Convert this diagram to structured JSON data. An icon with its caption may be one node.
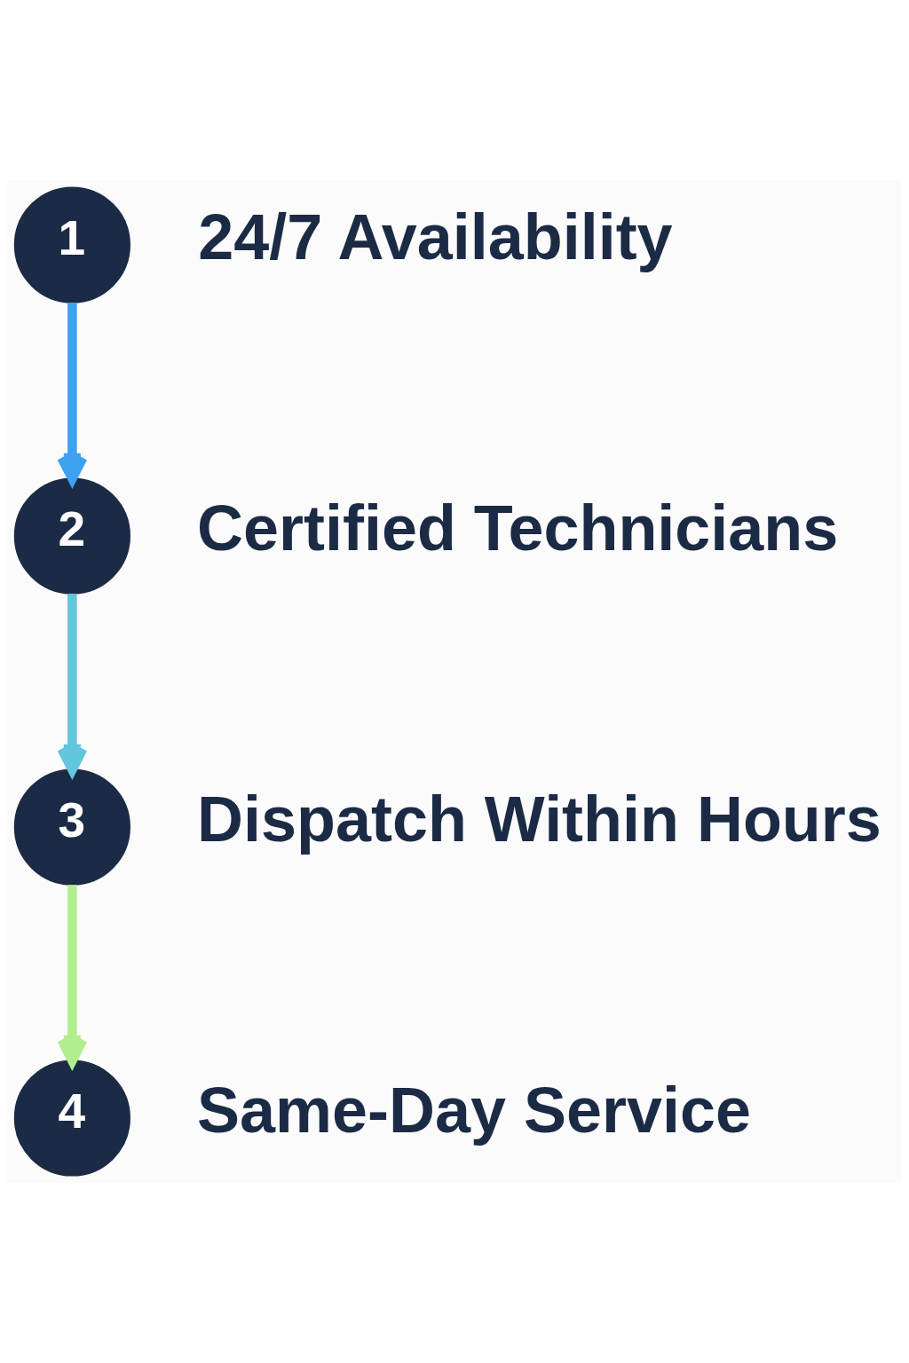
{
  "diagram": {
    "nodes": [
      {
        "text": [
          "1"
        ],
        "beside": [
          "24/7 Availability"
        ]
      },
      {
        "text": [
          "2"
        ],
        "beside": [
          "Certified Technicians"
        ]
      },
      {
        "text": [
          "3"
        ],
        "beside": [
          "Dispatch Within Hours"
        ]
      },
      {
        "text": [
          "4"
        ],
        "beside": [
          "Same-Day Service"
        ]
      }
    ],
    "edges": [
      {
        "from": 0,
        "to": 1,
        "arrow": "to",
        "color": "#3ea2f2"
      },
      {
        "from": 1,
        "to": 2,
        "arrow": "to",
        "color": "#62c6dc"
      },
      {
        "from": 2,
        "to": 3,
        "arrow": "to",
        "color": "#b2ee90"
      }
    ]
  }
}
